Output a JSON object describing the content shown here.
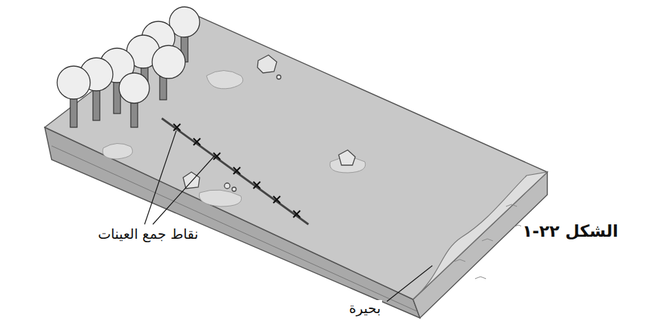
{
  "diagram": {
    "caption": "الشكل ٢٢-١",
    "labels": [
      "نقاط جمع العينات",
      "بحيرة"
    ]
  }
}
